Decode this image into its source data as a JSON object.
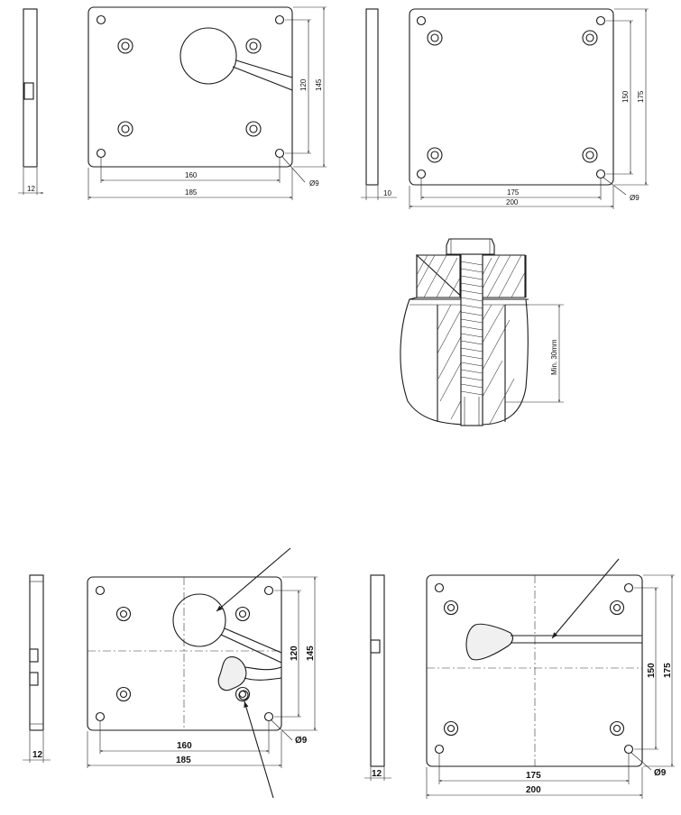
{
  "top_left": {
    "side_thickness": "12",
    "hole_spacing_h": "160",
    "width": "185",
    "hole_spacing_v": "120",
    "height": "145",
    "hole_dia": "Ø9"
  },
  "top_right": {
    "side_thickness": "10",
    "hole_spacing_h": "175",
    "width": "200",
    "hole_spacing_v": "150",
    "height": "175",
    "hole_dia": "Ø9"
  },
  "section": {
    "min_depth": "Min. 30mm"
  },
  "bottom_left": {
    "side_thickness": "12",
    "hole_spacing_h": "160",
    "width": "185",
    "hole_spacing_v": "120",
    "height": "145",
    "hole_dia": "Ø9"
  },
  "bottom_right": {
    "side_thickness": "12",
    "hole_spacing_h": "175",
    "width": "200",
    "hole_spacing_v": "150",
    "height": "175",
    "hole_dia": "Ø9"
  }
}
